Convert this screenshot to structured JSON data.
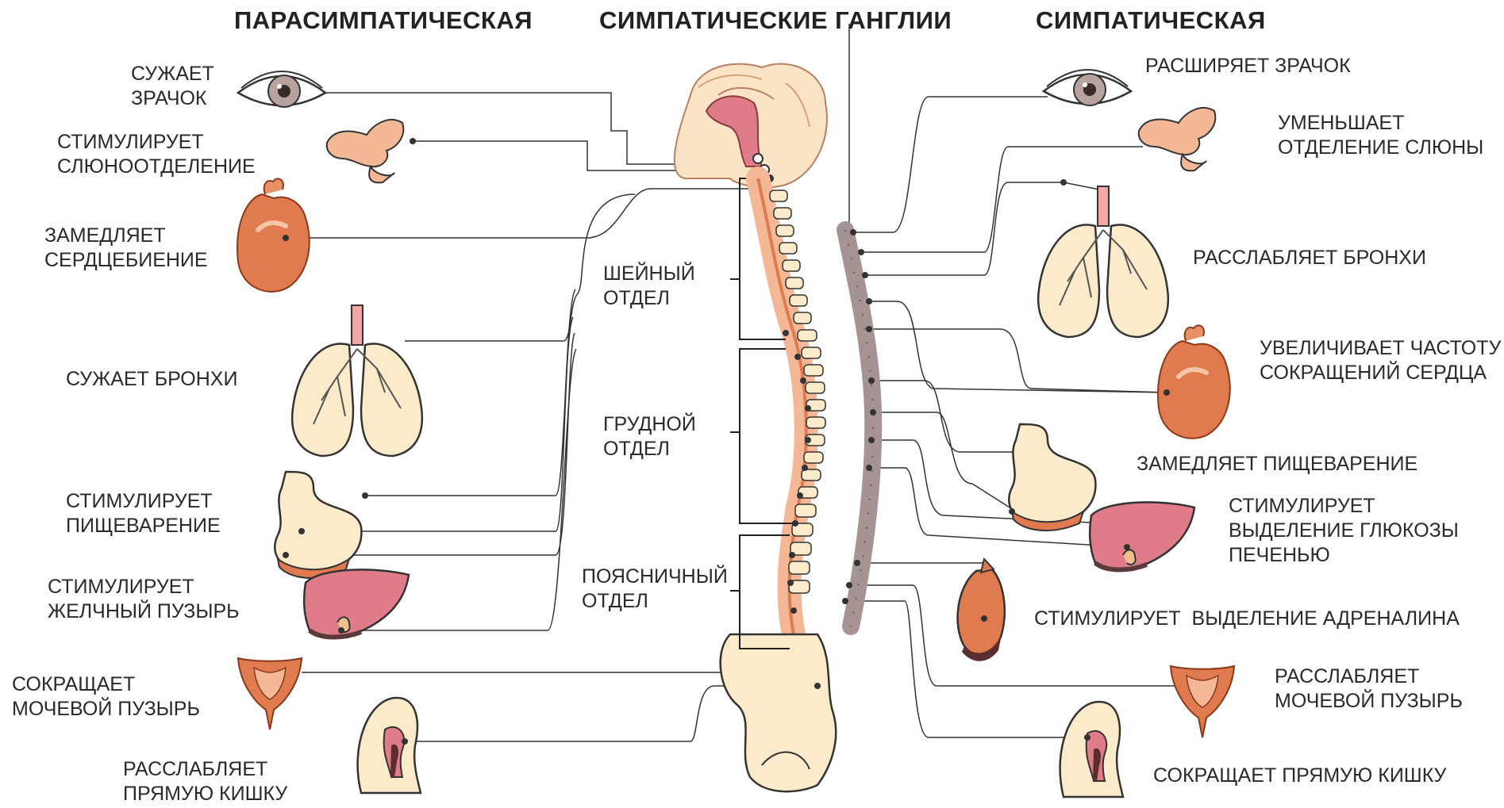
{
  "headers": {
    "parasympathetic": "ПАРАСИМПАТИЧЕСКАЯ",
    "ganglia": "СИМПАТИЧЕСКИЕ ГАНГЛИИ",
    "sympathetic": "СИМПАТИЧЕСКАЯ"
  },
  "left_labels": {
    "pupil": "СУЖАЕТ\nЗРАЧОК",
    "saliva": "СТИМУЛИРУЕТ\nСЛЮНООТДЕЛЕНИЕ",
    "heart": "ЗАМЕДЛЯЕТ\nСЕРДЦЕБИЕНИЕ",
    "bronchi": "СУЖАЕТ БРОНХИ",
    "digestion": "СТИМУЛИРУЕТ\nПИЩЕВАРЕНИЕ",
    "gallbladder": "СТИМУЛИРУЕТ\nЖЕЛЧНЫЙ ПУЗЫРЬ",
    "bladder": "СОКРАЩАЕТ\nМОЧЕВОЙ ПУЗЫРЬ",
    "rectum": "РАССЛАБЛЯЕТ\nПРЯМУЮ КИШКУ"
  },
  "spine_labels": {
    "cervical": "ШЕЙНЫЙ\nОТДЕЛ",
    "thoracic": "ГРУДНОЙ\nОТДЕЛ",
    "lumbar": "ПОЯСНИЧНЫЙ\nОТДЕЛ"
  },
  "right_labels": {
    "pupil": "РАСШИРЯЕТ ЗРАЧОК",
    "saliva": "УМЕНЬШАЕТ\nОТДЕЛЕНИЕ СЛЮНЫ",
    "bronchi": "РАССЛАБЛЯЕТ БРОНХИ",
    "heart": "УВЕЛИЧИВАЕТ ЧАСТОТУ\nСОКРАЩЕНИЙ СЕРДЦА",
    "digestion": "ЗАМЕДЛЯЕТ ПИЩЕВАРЕНИЕ",
    "glucose": "СТИМУЛИРУЕТ\nВЫДЕЛЕНИЕ ГЛЮКОЗЫ\nПЕЧЕНЬЮ",
    "adrenaline": "СТИМУЛИРУЕТ  ВЫДЕЛЕНИЕ АДРЕНАЛИНА",
    "bladder": "РАССЛАБЛЯЕТ\nМОЧЕВОЙ ПУЗЫРЬ",
    "rectum": "СОКРАЩАЕТ ПРЯМУЮ КИШКУ"
  },
  "colors": {
    "organ_orange": "#E07A4F",
    "organ_peach": "#F4B896",
    "organ_cream": "#FBEBCB",
    "organ_pink": "#E07B8A",
    "ganglia_gray": "#A69494",
    "line": "#333333"
  }
}
